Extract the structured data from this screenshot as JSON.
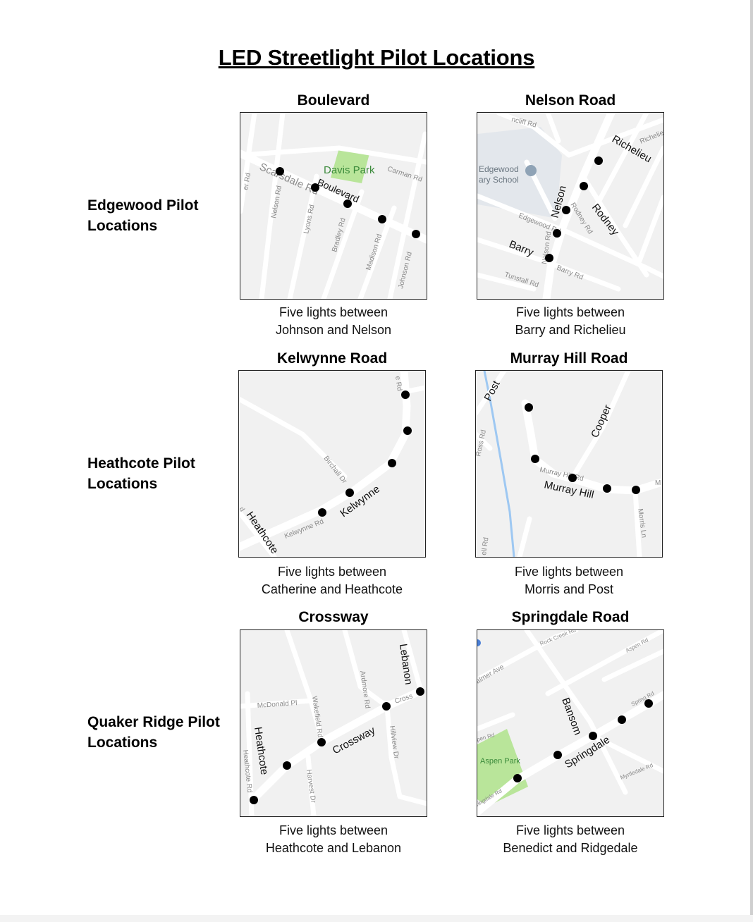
{
  "title": "LED Streetlight Pilot Locations",
  "rows": [
    {
      "label_line1": "Edgewood Pilot",
      "label_line2": "Locations"
    },
    {
      "label_line1": "Heathcote Pilot",
      "label_line2": "Locations"
    },
    {
      "label_line1": "Quaker Ridge Pilot",
      "label_line2": "Locations"
    }
  ],
  "maps": {
    "boulevard": {
      "title": "Boulevard",
      "caption_line1": "Five lights between",
      "caption_line2": "Johnson and Nelson",
      "labels": {
        "park": "Davis Park",
        "street": "Boulevard",
        "scarsdale": "Scarsdale Rd",
        "carman": "Carman Rd",
        "nelson": "Nelson Rd",
        "lyons": "Lyons Rd",
        "bradley": "Bradley Rd",
        "madison": "Madison Rd",
        "johnson": "Johnson Rd",
        "left_edge": "er Rd"
      }
    },
    "nelson": {
      "title": "Nelson Road",
      "caption_line1": "Five lights between",
      "caption_line2": "Barry and Richelieu",
      "labels": {
        "school_line1": "Edgewood",
        "school_line2": "ary School",
        "nelson": "Nelson",
        "richelieu": "Richelieu",
        "richelieu_small": "Richelieu",
        "rodney": "Rodney",
        "rodney_small": "Rodney Rd",
        "barry": "Barry",
        "barry_small": "Barry Rd",
        "edgewood_small": "Edgewood Rd",
        "tunstall": "Tunstall Rd",
        "top_small": "ncliff Rd",
        "nelson_small": "Nelson Rd"
      }
    },
    "kelwynne": {
      "title": "Kelwynne Road",
      "caption_line1": "Five lights between",
      "caption_line2": "Catherine and Heathcote",
      "labels": {
        "street": "Kelwynne",
        "street_small": "Kelwynne Rd",
        "birchall": "Birchall Dr",
        "heathcote": "Heathcote",
        "top_small": "e Rd",
        "left_small": "d"
      }
    },
    "murray": {
      "title": "Murray Hill Road",
      "caption_line1": "Five lights between",
      "caption_line2": "Morris and Post",
      "labels": {
        "post": "Post",
        "cooper": "Cooper",
        "street": "Murray Hill",
        "street_small": "Murray Hill Rd",
        "morris": "Morris Ln",
        "ross": "Ross Rd",
        "bottom_left": "ell Rd",
        "right_small": "M"
      }
    },
    "crossway": {
      "title": "Crossway",
      "caption_line1": "Five lights between",
      "caption_line2": "Heathcote and Lebanon",
      "labels": {
        "lebanon": "Lebanon",
        "street": "Crossway",
        "street_small": "Cross",
        "heathcote": "Heathcote",
        "heathcote_small": "Heathcote Rd",
        "mcdonald": "McDonald Pl",
        "wakefield": "Wakefield Rd",
        "ardmore": "Ardmore Rd",
        "hillview": "Hillview Dr",
        "harvest": "Harvest Dr"
      }
    },
    "springdale": {
      "title": "Springdale Road",
      "caption_line1": "Five lights between",
      "caption_line2": "Benedict and Ridgedale",
      "labels": {
        "park": "Aspen Park",
        "bansom": "Bansom",
        "street": "Springdale",
        "street_small": "Spring Rd",
        "rock_creek": "Rock Creek Rd",
        "aspen": "Aspen Rd",
        "palmer": "almer Ave",
        "myrtledale": "Myrtledale Rd",
        "aspen_left": "pen Rd",
        "springdale_left": "ringdale Rd"
      }
    }
  }
}
